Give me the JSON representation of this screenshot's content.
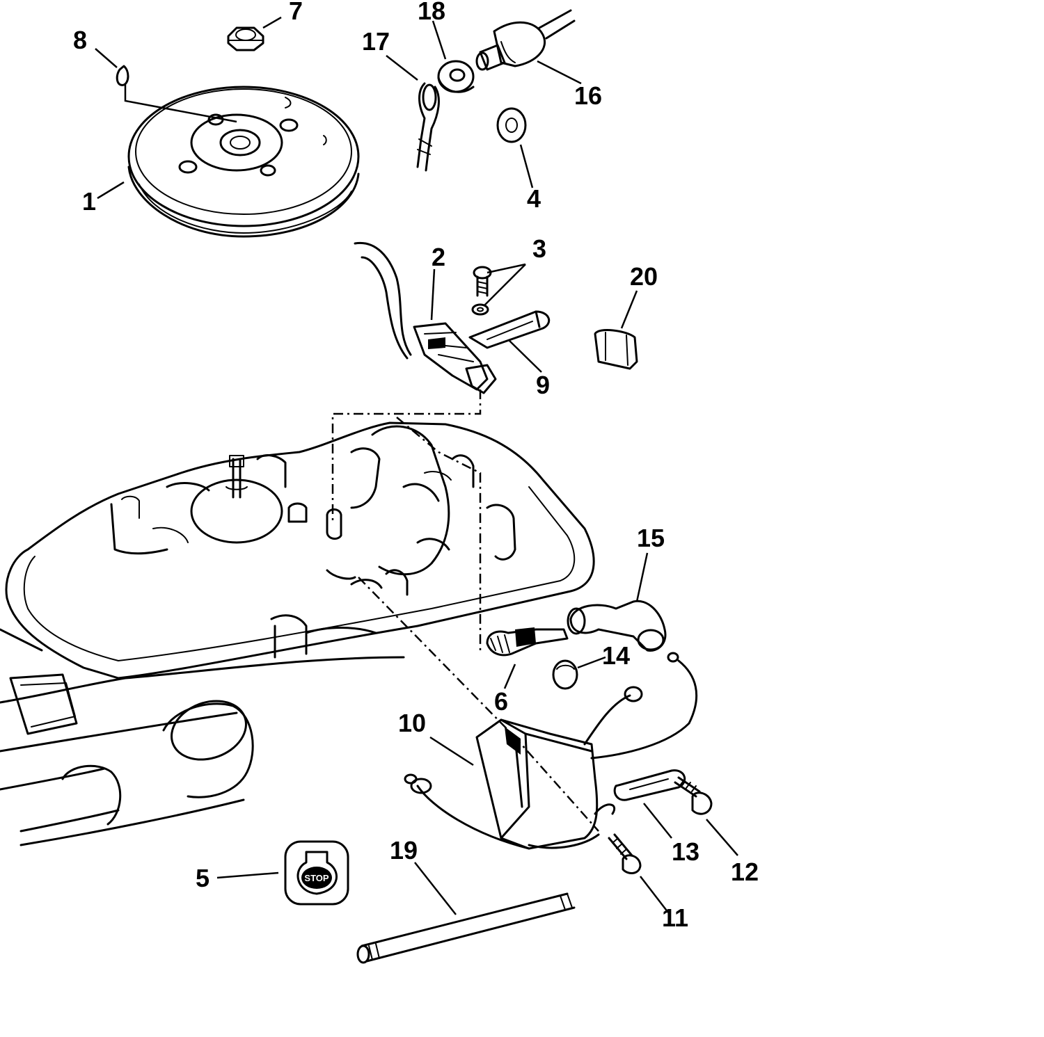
{
  "diagram": {
    "callouts": {
      "c1": "1",
      "c2": "2",
      "c3": "3",
      "c4": "4",
      "c5": "5",
      "c6": "6",
      "c7": "7",
      "c8": "8",
      "c9": "9",
      "c10": "10",
      "c11": "11",
      "c12": "12",
      "c13": "13",
      "c14": "14",
      "c15": "15",
      "c16": "16",
      "c17": "17",
      "c18": "18",
      "c19": "19",
      "c20": "20"
    },
    "stop_plate_text": "STOP"
  }
}
